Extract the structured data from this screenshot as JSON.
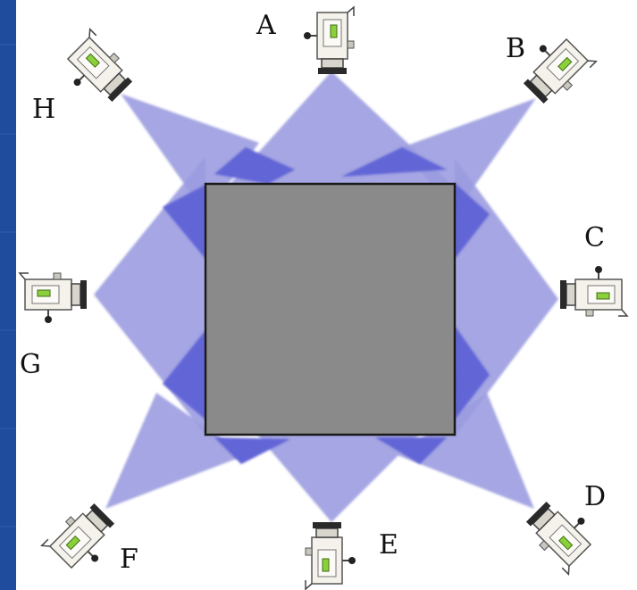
{
  "labels": {
    "a": "A",
    "b": "B",
    "c": "C",
    "d": "D",
    "e": "E",
    "f": "F",
    "g": "G",
    "h": "H"
  },
  "colors": {
    "slide_background": "#1f4c9c",
    "canvas": "#ffffff",
    "light_field": "#9b9ce0",
    "overlap_field": "#6265d6",
    "object_fill": "#8a8a8a",
    "object_border": "#1a1a1a",
    "camera_accent": "#8ccf3c"
  },
  "icons": {
    "camera": "camera-icon"
  }
}
